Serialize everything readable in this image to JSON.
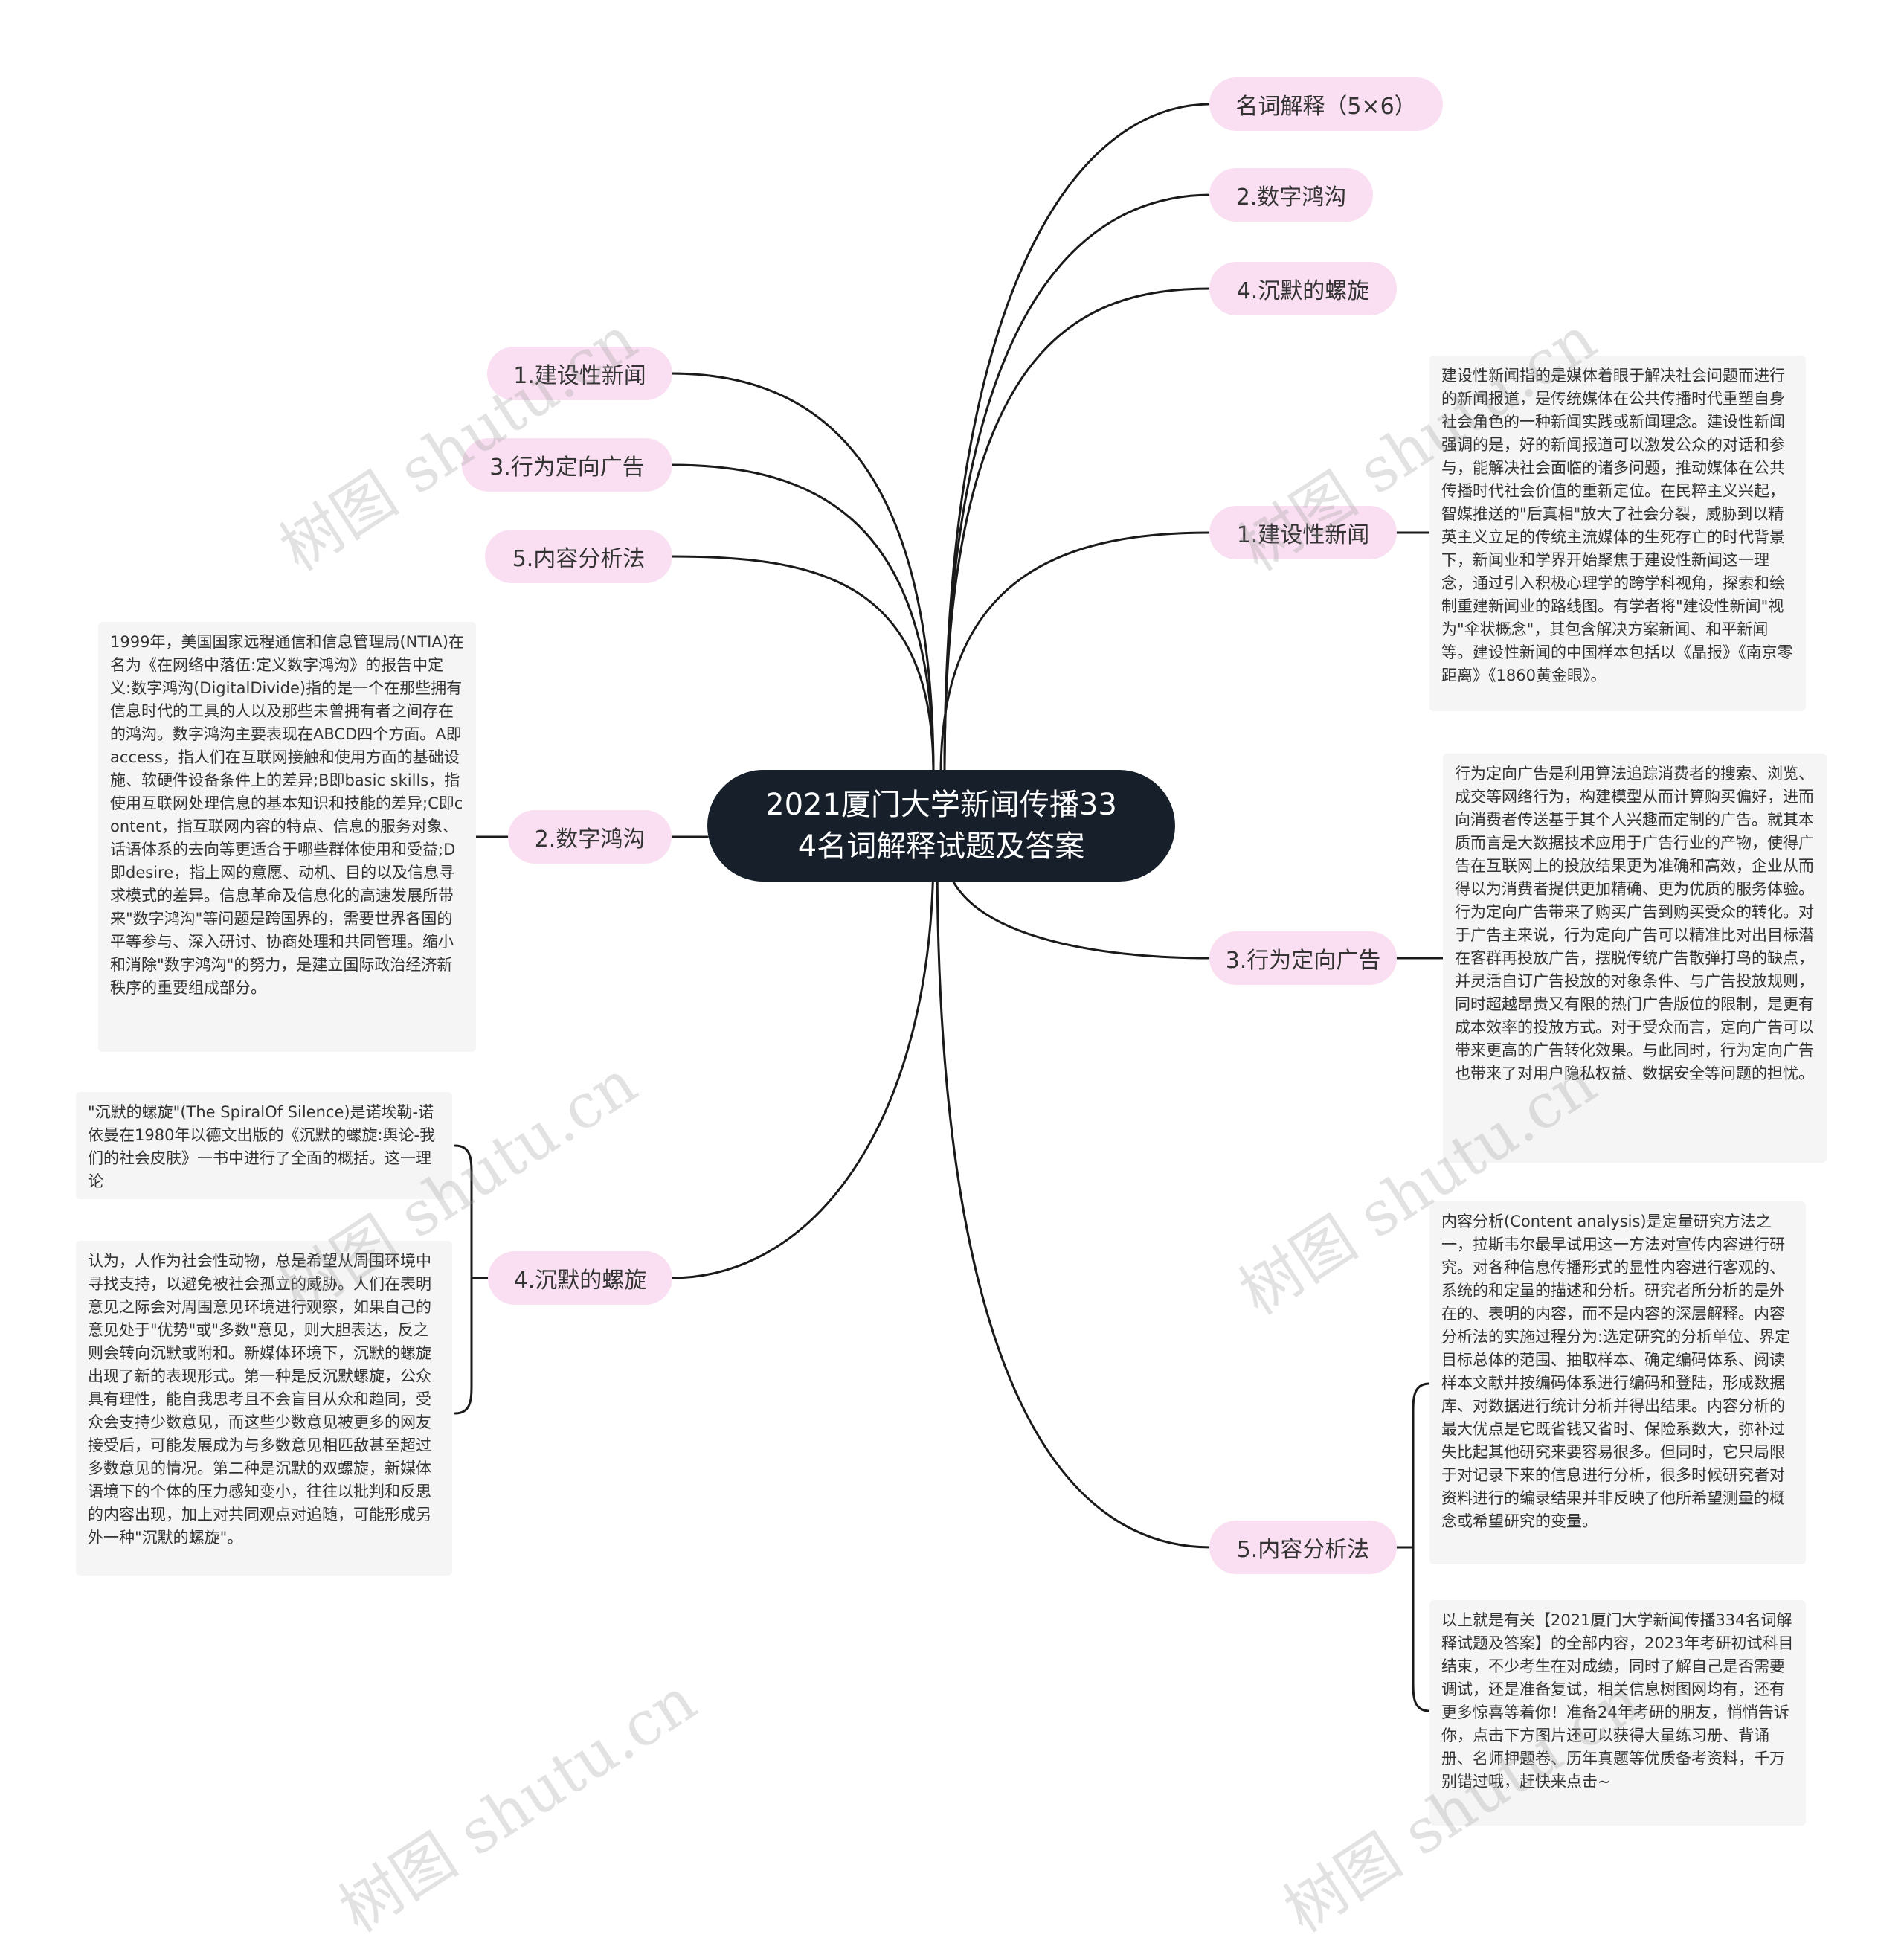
{
  "root": {
    "line1": "2021厦门大学新闻传播33",
    "line2": "4名词解释试题及答案"
  },
  "right_top": [
    "名词解释（5×6）",
    "2.数字鸿沟",
    "4.沉默的螺旋"
  ],
  "left_top": [
    "1.建设性新闻",
    "3.行为定向广告",
    "5.内容分析法"
  ],
  "right_topics": [
    {
      "label": "1.建设性新闻"
    },
    {
      "label": "3.行为定向广告"
    },
    {
      "label": "5.内容分析法"
    }
  ],
  "left_topics": [
    {
      "label": "2.数字鸿沟"
    },
    {
      "label": "4.沉默的螺旋"
    }
  ],
  "notes": {
    "constructive": "建设性新闻指的是媒体着眼于解决社会问题而进行的新闻报道，是传统媒体在公共传播时代重塑自身社会角色的一种新闻实践或新闻理念。建设性新闻强调的是，好的新闻报道可以激发公众的对话和参与，能解决社会面临的诸多问题，推动媒体在公共传播时代社会价值的重新定位。在民粹主义兴起，智媒推送的\"后真相\"放大了社会分裂，威胁到以精英主义立足的传统主流媒体的生死存亡的时代背景下，新闻业和学界开始聚焦于建设性新闻这一理念，通过引入积极心理学的跨学科视角，探索和绘制重建新闻业的路线图。有学者将\"建设性新闻\"视为\"伞状概念\"，其包含解决方案新闻、和平新闻等。建设性新闻的中国样本包括以《晶报》《南京零距离》《1860黄金眼》。",
    "targeting": "行为定向广告是利用算法追踪消费者的搜索、浏览、成交等网络行为，构建模型从而计算购买偏好，进而向消费者传送基于其个人兴趣而定制的广告。就其本质而言是大数据技术应用于广告行业的产物，使得广告在互联网上的投放结果更为准确和高效，企业从而得以为消费者提供更加精确、更为优质的服务体验。行为定向广告带来了购买广告到购买受众的转化。对于广告主来说，行为定向广告可以精准比对出目标潜在客群再投放广告，摆脱传统广告散弹打鸟的缺点，并灵活自订广告投放的对象条件、与广告投放规则，同时超越昂贵又有限的热门广告版位的限制，是更有成本效率的投放方式。对于受众而言，定向广告可以带来更高的广告转化效果。与此同时，行为定向广告也带来了对用户隐私权益、数据安全等问题的担忧。",
    "content1": "内容分析(Content analysis)是定量研究方法之一，拉斯韦尔最早试用这一方法对宣传内容进行研究。对各种信息传播形式的显性内容进行客观的、系统的和定量的描述和分析。研究者所分析的是外在的、表明的内容，而不是内容的深层解释。内容分析法的实施过程分为:选定研究的分析单位、界定目标总体的范围、抽取样本、确定编码体系、阅读样本文献并按编码体系进行编码和登陆，形成数据库、对数据进行统计分析并得出结果。内容分析的最大优点是它既省钱又省时、保险系数大，弥补过失比起其他研究来要容易很多。但同时，它只局限于对记录下来的信息进行分析，很多时候研究者对资料进行的编录结果并非反映了他所希望测量的概念或希望研究的变量。",
    "content2": "以上就是有关【2021厦门大学新闻传播334名词解释试题及答案】的全部内容，2023年考研初试科目结束，不少考生在对成绩，同时了解自己是否需要调试，还是准备复试，相关信息树图网均有，还有更多惊喜等着你！准备24年考研的朋友，悄悄告诉你，点击下方图片还可以获得大量练习册、背诵册、名师押题卷、历年真题等优质备考资料，千万别错过哦，赶快来点击~",
    "digital": "1999年，美国国家远程通信和信息管理局(NTIA)在名为《在网络中落伍:定义数字鸿沟》的报告中定义:数字鸿沟(DigitalDivide)指的是一个在那些拥有信息时代的工具的人以及那些未曾拥有者之间存在的鸿沟。数字鸿沟主要表现在ABCD四个方面。A即access，指人们在互联网接触和使用方面的基础设施、软硬件设备条件上的差异;B即basic skills，指使用互联网处理信息的基本知识和技能的差异;C即content，指互联网内容的特点、信息的服务对象、话语体系的去向等更适合于哪些群体使用和受益;D即desire，指上网的意愿、动机、目的以及信息寻求模式的差异。信息革命及信息化的高速发展所带来\"数字鸿沟\"等问题是跨国界的，需要世界各国的平等参与、深入研讨、协商处理和共同管理。缩小和消除\"数字鸿沟\"的努力，是建立国际政治经济新秩序的重要组成部分。",
    "spiral1": "\"沉默的螺旋\"(The SpiralOf Silence)是诺埃勒-诺依曼在1980年以德文出版的《沉默的螺旋:舆论-我们的社会皮肤》一书中进行了全面的概括。这一理论",
    "spiral2": "认为，人作为社会性动物，总是希望从周围环境中寻找支持，以避免被社会孤立的威胁。人们在表明意见之际会对周围意见环境进行观察，如果自己的意见处于\"优势\"或\"多数\"意见，则大胆表达，反之则会转向沉默或附和。新媒体环境下，沉默的螺旋出现了新的表现形式。第一种是反沉默螺旋，公众具有理性，能自我思考且不会盲目从众和趋同，受众会支持少数意见，而这些少数意见被更多的网友接受后，可能发展成为与多数意见相匹敌甚至超过多数意见的情况。第二种是沉默的双螺旋，新媒体语境下的个体的压力感知变小，往往以批判和反思的内容出现，加上对共同观点对追随，可能形成另外一种\"沉默的螺旋\"。"
  },
  "watermark": "树图 shutu.cn",
  "colors": {
    "root_bg": "#17202a",
    "node_bg": "#f9dff1",
    "note_bg": "#f5f5f5",
    "line": "#1a1a1a"
  }
}
